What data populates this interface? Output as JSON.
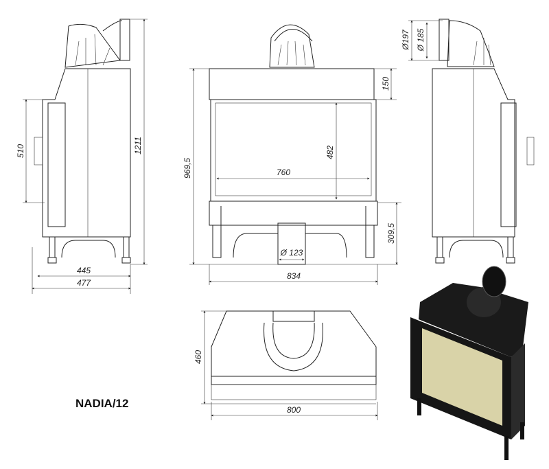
{
  "model_name": "NADIA/12",
  "dimensions": {
    "side_total_height": "1211",
    "side_door_height": "510",
    "side_depth_inner": "445",
    "side_depth_total": "477",
    "front_total_height": "969,5",
    "front_top_height": "150",
    "front_glass_width": "760",
    "front_glass_height": "482",
    "front_base_height": "309,5",
    "air_inlet_diameter": "Ø 123",
    "front_width": "834",
    "flue_outer_diameter": "Ø197",
    "flue_inner_diameter": "Ø 185",
    "top_depth": "460",
    "top_width": "800"
  },
  "colors": {
    "body": "#1a1a1a",
    "glass": "#d9d3a8"
  }
}
